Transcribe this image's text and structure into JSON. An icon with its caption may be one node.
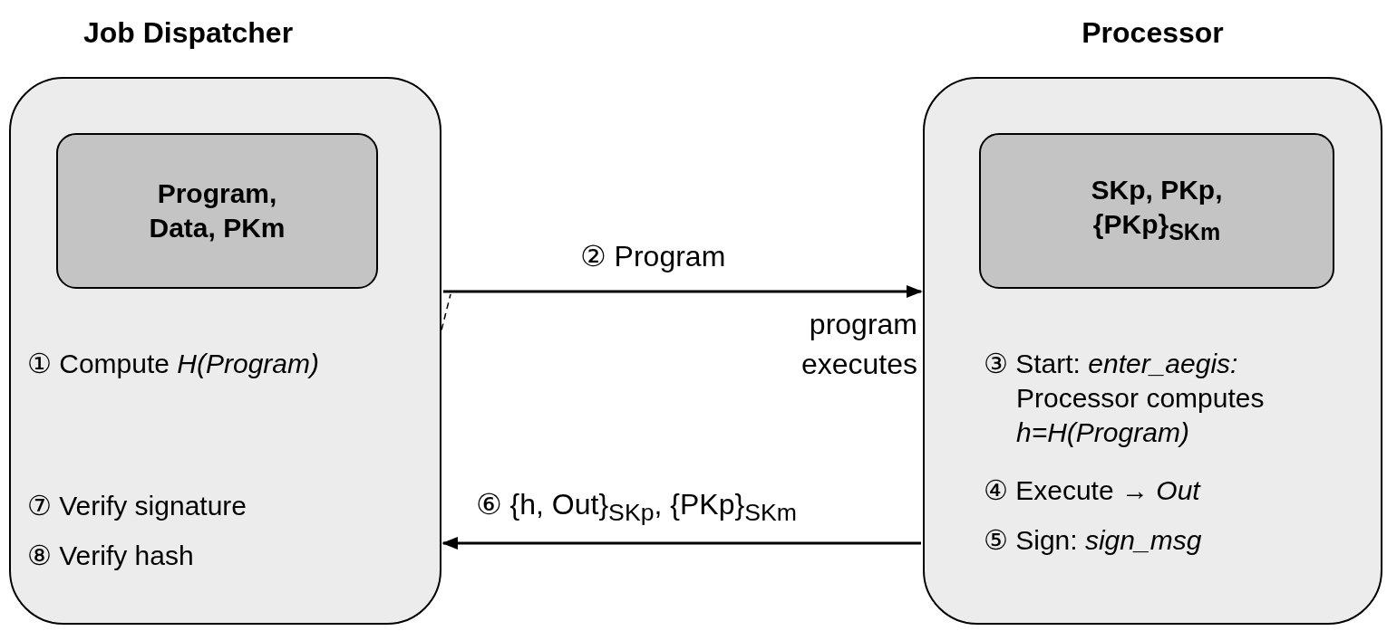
{
  "diagram": {
    "nodes": [
      {
        "text": [
          "Job Dispatcher",
          "① Compute *H(Program)*",
          "⑦ Verify signature",
          "⑧ Verify hash"
        ]
      },
      {
        "text": [
          "Program, Data, PKm"
        ],
        "in": 0
      },
      {
        "text": [
          "Processor",
          "③ Start: *enter_aegis:* Processor computes *h=H(Program)*",
          "④ Execute → *Out*",
          "⑤ Sign: *sign_msg*"
        ]
      },
      {
        "text": [
          "SKp, PKp, {PKp}$_{SKm}$"
        ],
        "in": 2
      }
    ],
    "edges": [
      {
        "from": 0,
        "to": 2,
        "arrow": "to",
        "label": "② Program"
      },
      {
        "from": 2,
        "to": 0,
        "arrow": "to",
        "label": "⑥ {h, Out}$_{SKp}$, {PKp}$_{SKm}$"
      }
    ],
    "labels": [
      "program executes"
    ]
  }
}
